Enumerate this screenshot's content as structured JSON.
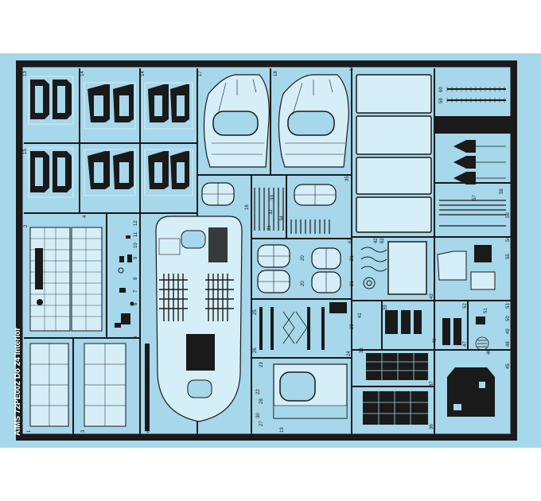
{
  "fret": {
    "title": "AIMS 72PE002 Do 24 Interior",
    "colors": {
      "page": "#ffffff",
      "sheet": "#a6d7ea",
      "frame": "#1a1a1a",
      "part_fill": "#d6eef7",
      "window": "#a6d7ea",
      "line": "#1a1a1a"
    }
  },
  "parts": {
    "n1": "1",
    "n2": "2",
    "n3": "3",
    "n4": "4",
    "n5": "5",
    "n6": "6",
    "n7": "7",
    "n8": "8",
    "n9": "9",
    "n10": "10",
    "n11": "11",
    "n12": "12",
    "n13": "13",
    "n14": "14",
    "n15": "15",
    "n16": "16",
    "n17": "17",
    "n18": "18",
    "n19": "19",
    "n20": "20",
    "n21": "21",
    "n22": "22",
    "n23": "23",
    "n24": "24",
    "n25": "25",
    "n26": "26",
    "n27": "27",
    "n28": "28",
    "n29": "29",
    "n30": "30",
    "n31": "31",
    "n32": "32",
    "n33": "33",
    "n34": "34",
    "n35": "35",
    "n36": "36",
    "n37": "37",
    "n38": "38",
    "n39": "39",
    "n40": "40",
    "n41": "41",
    "n42": "42",
    "n43": "43",
    "n44": "44",
    "n45": "45",
    "n46": "46",
    "n47": "47",
    "n48": "48",
    "n49": "49",
    "n50": "50",
    "n51": "51",
    "n52": "52",
    "n53": "53",
    "n54": "54",
    "n55": "55",
    "n56": "56",
    "n57": "57",
    "n58": "58",
    "n59": "59",
    "n60": "60",
    "n61": "61",
    "n62": "62",
    "n63": "63"
  }
}
